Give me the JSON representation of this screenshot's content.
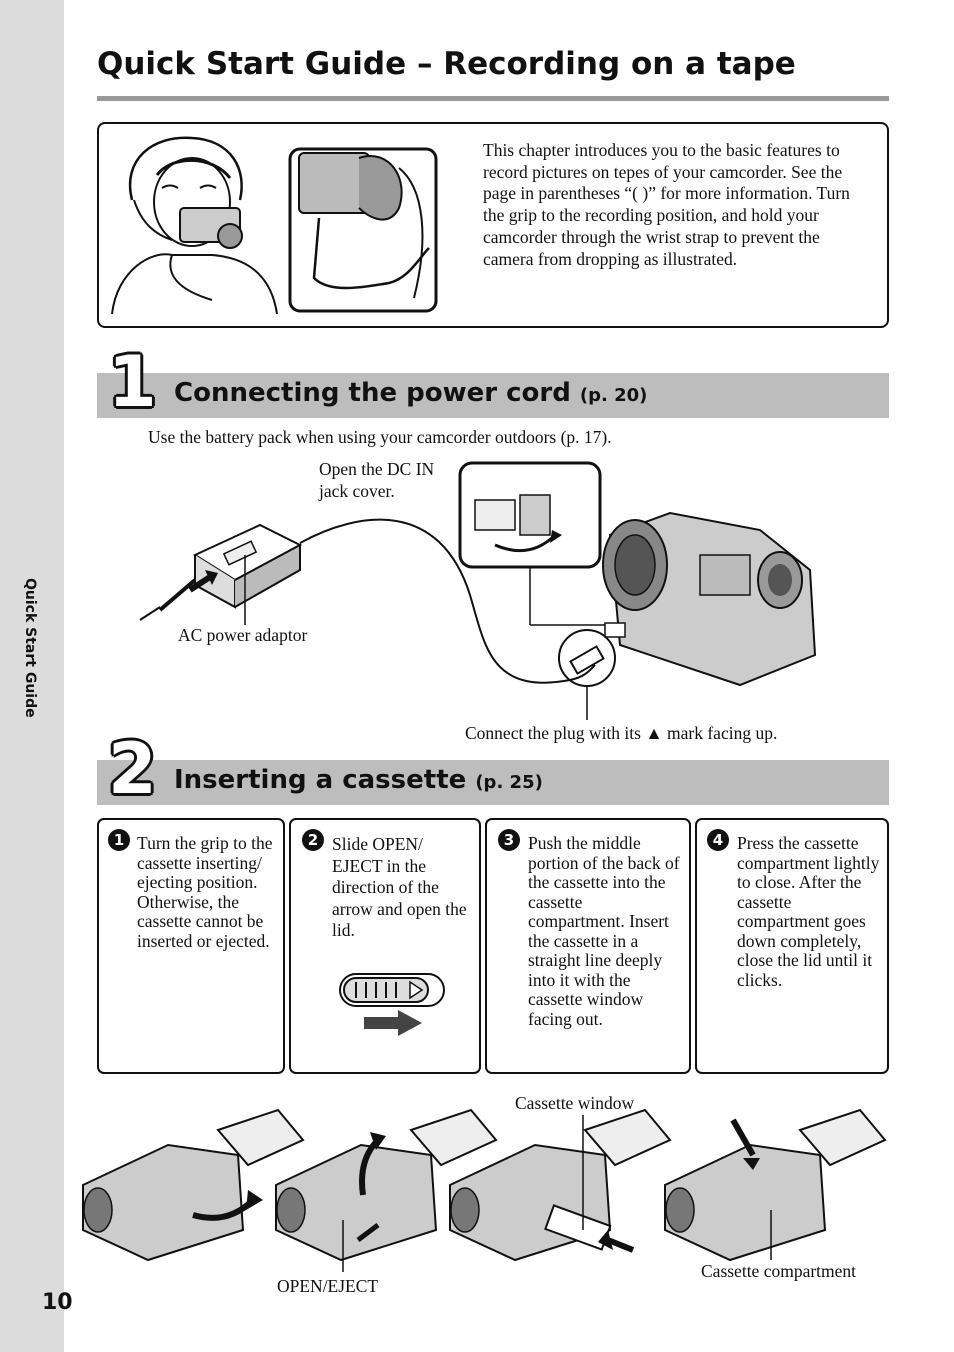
{
  "page": {
    "title": "Quick Start Guide – Recording on a tape",
    "sidebar_label": "Quick Start Guide",
    "page_number": "10"
  },
  "intro": {
    "text": "This chapter introduces you to the basic features to record pictures on tepes of your camcorder. See the page in parentheses “(    )” for more information. Turn the grip to the recording position, and hold your camcorder through the wrist strap to prevent the camera from dropping as illustrated."
  },
  "section1": {
    "number": "1",
    "title": "Connecting the power cord",
    "ref": "(p. 20)",
    "note": "Use the battery pack when using your camcorder outdoors (p. 17).",
    "labels": {
      "dc_in": "Open the DC IN jack cover.",
      "adaptor": "AC power adaptor",
      "plug": "Connect the plug with its ▲ mark facing up."
    }
  },
  "section2": {
    "number": "2",
    "title": "Inserting a cassette",
    "ref": "(p. 25)",
    "steps": [
      {
        "num": "1",
        "text": "Turn the grip to the cassette inserting/ ejecting position. Otherwise, the cassette cannot be inserted or ejected."
      },
      {
        "num": "2",
        "text": "Slide OPEN/ EJECT in the direction of the arrow and open the lid."
      },
      {
        "num": "3",
        "text": "Push the middle portion of the back of the cassette into the cassette compartment. Insert the cassette in a straight line deeply into it with the cassette window facing out."
      },
      {
        "num": "4",
        "text": "Press the cassette compartment lightly to close. After the cassette compartment goes down completely, close the lid until it clicks."
      }
    ],
    "labels": {
      "cassette_window": "Cassette window",
      "open_eject": "OPEN/EJECT",
      "cassette_compartment": "Cassette compartment"
    }
  }
}
